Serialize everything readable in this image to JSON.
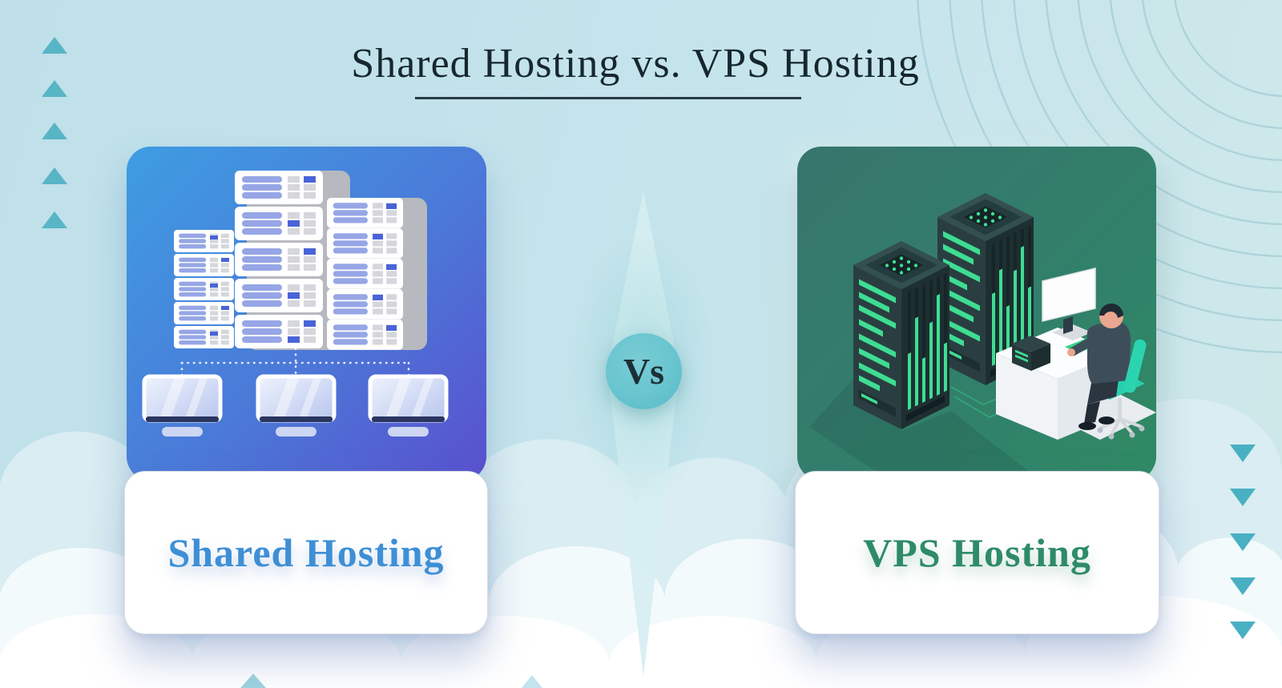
{
  "header": {
    "title": "Shared Hosting vs. VPS Hosting"
  },
  "versus_badge": {
    "label": "Vs",
    "circle_color": "#68c5cf",
    "text_color": "#1d2f36"
  },
  "left_card": {
    "label": "Shared Hosting",
    "label_color": "#3e8fd6",
    "panel_gradient": [
      "#3e9de2",
      "#5950ce"
    ],
    "illustration": "shared-server-racks-feeding-three-client-monitors"
  },
  "right_card": {
    "label": "VPS Hosting",
    "label_color": "#2e8b68",
    "panel_gradient": [
      "#37756d",
      "#2f8a63"
    ],
    "illustration": "isometric-vps-tower-servers-with-admin-at-desk"
  },
  "decorations": {
    "left_triangle_column": {
      "count": 5,
      "direction": "up",
      "color": "#57b5c5"
    },
    "right_triangle_column": {
      "count": 5,
      "direction": "down",
      "color": "#49b0c3"
    },
    "contour_lines_corner": "top-right",
    "cloud_bands": 3,
    "center_diamond_color": "#d6edf2",
    "background": [
      "#bfe0ea",
      "#cfe9e9"
    ]
  }
}
